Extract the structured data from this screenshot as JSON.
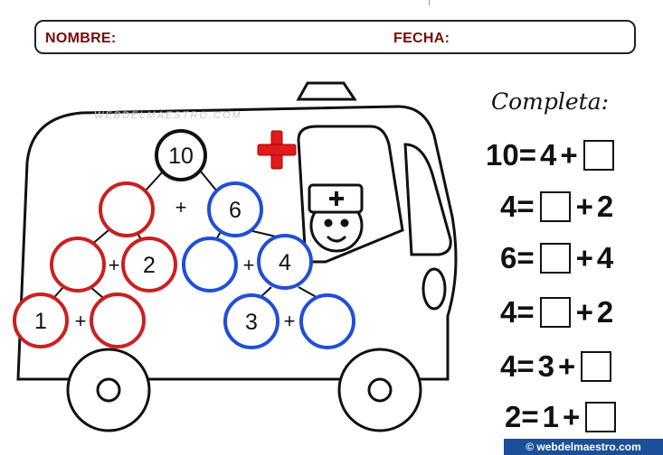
{
  "header": {
    "name_label": "NOMBRE:",
    "date_label": "FECHA:"
  },
  "watermark": "WEBDELMAESTRO.COM",
  "tree": {
    "top": "10",
    "plus_a": "+",
    "red_right": "2",
    "plus_b": "+",
    "red_bottom_left": "1",
    "plus_c": "+",
    "blue_top": "6",
    "blue_mid_right": "4",
    "plus_d": "+",
    "blue_bottom_left": "3",
    "plus_e": "+"
  },
  "exercise": {
    "title": "Completa:",
    "rows": [
      {
        "parts": [
          "10",
          "=",
          "4",
          "+",
          "BOX"
        ]
      },
      {
        "parts": [
          "4",
          "=",
          "BOX",
          "+",
          "2"
        ]
      },
      {
        "parts": [
          "6",
          "=",
          "BOX",
          "+",
          "4"
        ]
      },
      {
        "parts": [
          "4",
          "=",
          "BOX",
          "+",
          "2"
        ]
      },
      {
        "parts": [
          "4",
          "=",
          "3",
          "+",
          "BOX"
        ]
      },
      {
        "parts": [
          "2",
          "=",
          "1",
          "+",
          "BOX"
        ]
      }
    ]
  },
  "footer": "© webdelmaestro.com",
  "colors": {
    "red": "#cc1f1f",
    "blue": "#1f4fd6",
    "cross": "#e01b1b",
    "footer_bg": "#1b4f99",
    "header_text": "#7a0a0a"
  }
}
